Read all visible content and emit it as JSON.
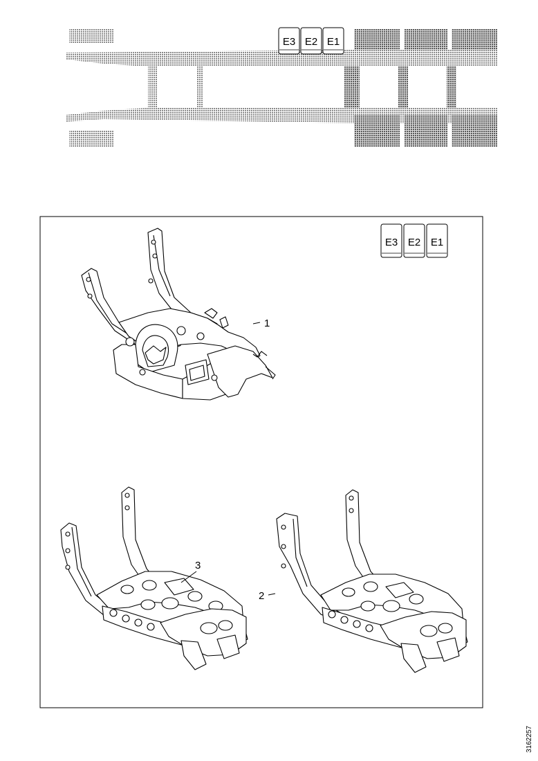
{
  "chassis_overview": {
    "highlight_labels": [
      "E3",
      "E2",
      "E1"
    ]
  },
  "detail_panel": {
    "highlight_labels": [
      "E3",
      "E2",
      "E1"
    ],
    "callouts": [
      "1",
      "2",
      "3"
    ]
  },
  "figure_id": "3162257",
  "colors": {
    "line": "#000000",
    "hatch": "#8a8a8a",
    "background": "#ffffff"
  }
}
